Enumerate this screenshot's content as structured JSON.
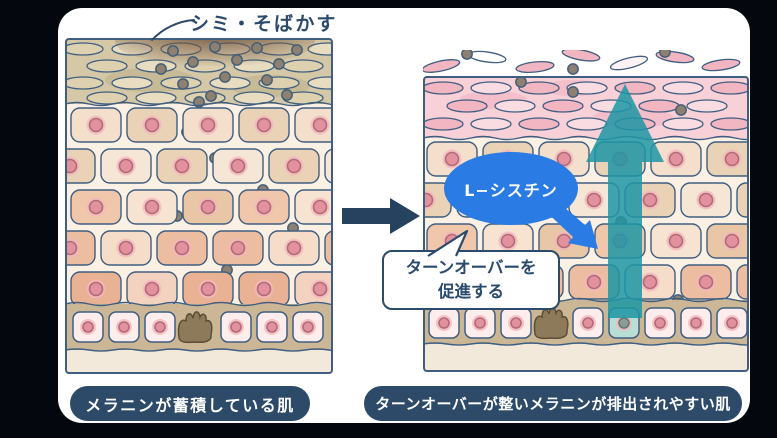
{
  "labels": {
    "spots_annotation": "シミ・そばかす",
    "lcystine_bubble": "L−シスチン",
    "turnover_bubble_line1": "ターンオーバーを",
    "turnover_bubble_line2": "促進する",
    "caption_left": "メラニンが蓄積している肌",
    "caption_right": "ターンオーバーが整いメラニンが排出されやすい肌"
  },
  "palette": {
    "background": "#04070d",
    "card": "#ffffff",
    "ink": "#2b4a6c",
    "outline": "#3f5e80",
    "pill_bg": "#2d4a68",
    "pill_text": "#ffffff",
    "bubble_blue": "#2a7ce4",
    "bubble_blue_text": "#ffffff",
    "teal": "#1d97a5",
    "corneum_tan": "#d4c8a7",
    "corneum_cell": "#ddd1af",
    "spot_brown": "#5a3f31",
    "skin_bg": "#fbf0e4",
    "pink_band": "#f8d0d8",
    "pink_cell": "#f2b5c2",
    "granule": "#8e8070",
    "basal_band": "#cbb795",
    "basal_cell": "#fdeded",
    "teal_cell": "#b9ded6",
    "melanocyte": "#8d7a5a",
    "nucleus": "#e2929e",
    "nucleus_ring": "#b26a77",
    "dermis": "#f3e9da"
  }
}
